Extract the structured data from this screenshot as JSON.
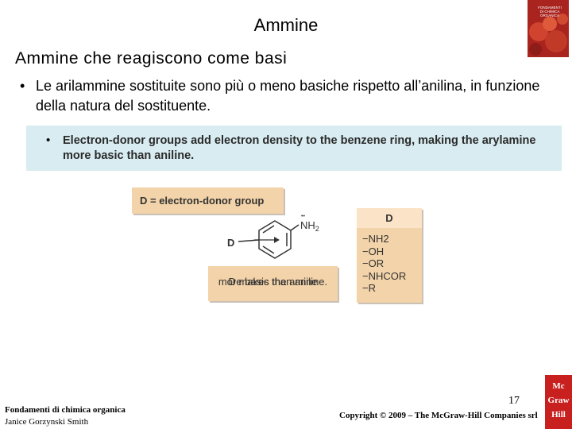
{
  "slide": {
    "title": "Ammine",
    "subtitle": "Ammine che reagiscono come basi",
    "bullet_symbol": "•",
    "bullet_1": "Le arilammine sostituite sono più o meno basiche rispetto all’anilina, in funzione della natura del sostituente."
  },
  "note": {
    "bullet_symbol": "•",
    "text": "Electron-donor groups add electron density to the benzene ring, making the arylamine more basic than aniline."
  },
  "figure": {
    "legend_label": "D = electron-donor group",
    "substituent_label": "D",
    "amine_group": "NH",
    "amine_subscript": "2",
    "lone_pair": "••",
    "caption_line_1": "D makes the amine",
    "caption_line_2": "more basic than aniline.",
    "table": {
      "header": "D",
      "rows": [
        "−NH2",
        "−OH",
        "−OR",
        "−NHCOR",
        "−R"
      ]
    },
    "colors": {
      "panel": "#f3d3a9",
      "header": "#fae3c7",
      "note_bg": "#d8ecf1"
    }
  },
  "footer": {
    "page_number": "17",
    "book_title": "Fondamenti di chimica organica",
    "author": "Janice Gorzynski Smith",
    "copyright": "Copyright © 2009 – The McGraw-Hill Companies srl",
    "logo_lines": [
      "Mc",
      "Graw",
      "Hill"
    ]
  },
  "book_cover": {
    "title_lines": [
      "FONDAMENTI",
      "DI CHIMICA",
      "ORGANICA"
    ]
  }
}
